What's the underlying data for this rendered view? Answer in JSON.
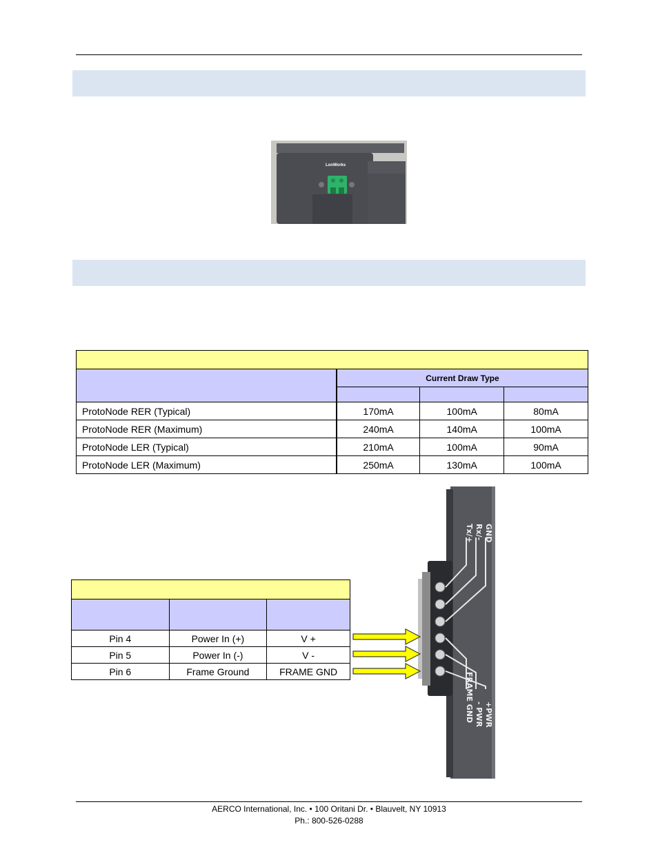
{
  "footer": {
    "line1": "AERCO International, Inc. • 100 Oritani Dr. •  Blauvelt, NY 10913",
    "line2": "Ph.: 800-526-0288"
  },
  "lonworks_photo": {
    "label": "LonWorks"
  },
  "current_table": {
    "group_header": "Current Draw Type",
    "rows": [
      {
        "device": "ProtoNode RER (Typical)",
        "v1": "170mA",
        "v2": "100mA",
        "v3": "80mA"
      },
      {
        "device": "ProtoNode RER (Maximum)",
        "v1": "240mA",
        "v2": "140mA",
        "v3": "100mA"
      },
      {
        "device": "ProtoNode LER (Typical)",
        "v1": "210mA",
        "v2": "100mA",
        "v3": "90mA"
      },
      {
        "device": "ProtoNode LER (Maximum)",
        "v1": "250mA",
        "v2": "130mA",
        "v3": "100mA"
      }
    ]
  },
  "pin_table": {
    "rows": [
      {
        "pin": "Pin 4",
        "function": "Power In (+)",
        "label": "V +"
      },
      {
        "pin": "Pin 5",
        "function": "Power In (-)",
        "label": "V -"
      },
      {
        "pin": "Pin 6",
        "function": "Frame Ground",
        "label": "FRAME GND"
      }
    ]
  },
  "terminal_labels": {
    "top": [
      "GND",
      "Rx/-",
      "Tx/+"
    ],
    "bottom": [
      "+PWR",
      "- PWR",
      "FRAME GND"
    ]
  },
  "colors": {
    "band": "#dbe5f1",
    "table_title": "#ffff99",
    "table_header": "#ccccff",
    "arrow": "#ffff00"
  }
}
